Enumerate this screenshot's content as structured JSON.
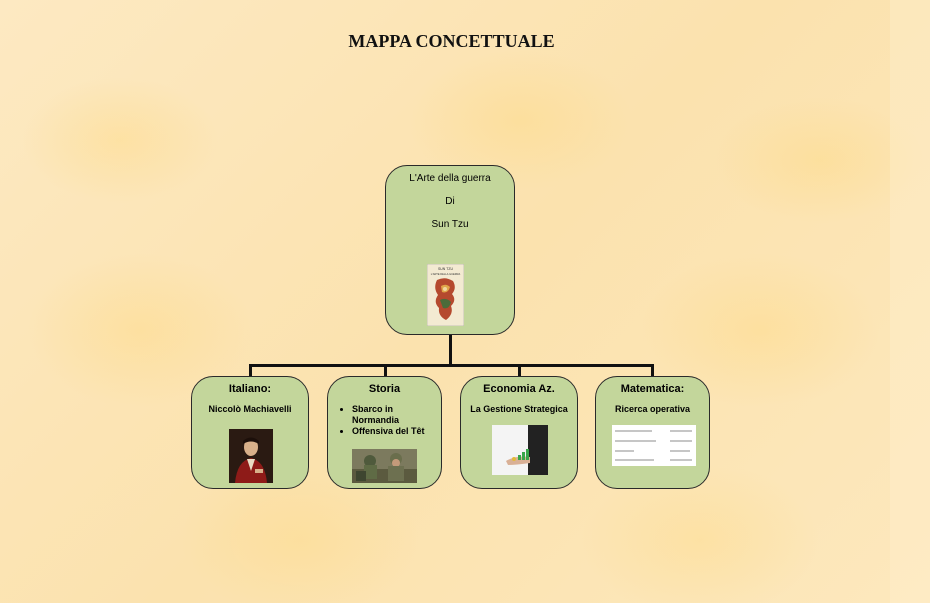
{
  "title": "MAPPA CONCETTUALE",
  "root": {
    "line1": "L'Arte della guerra",
    "line2": "Di",
    "line3": "Sun Tzu",
    "cover_author": "SUN TZU",
    "cover_title": "L'ARTE DELLA GUERRA"
  },
  "children": [
    {
      "head": "Italiano:",
      "sub": "Niccolò Machiavelli"
    },
    {
      "head": "Storia",
      "points": [
        "Sbarco in Normandia",
        "Offensiva del Têt"
      ]
    },
    {
      "head": "Economia Az.",
      "sub": "La Gestione Strategica"
    },
    {
      "head": "Matematica:",
      "sub": "Ricerca operativa"
    }
  ],
  "colors": {
    "node_fill": "#c3d69b",
    "node_border": "#2a2a2a",
    "connector": "#111111",
    "background": "#fbe6b8"
  }
}
